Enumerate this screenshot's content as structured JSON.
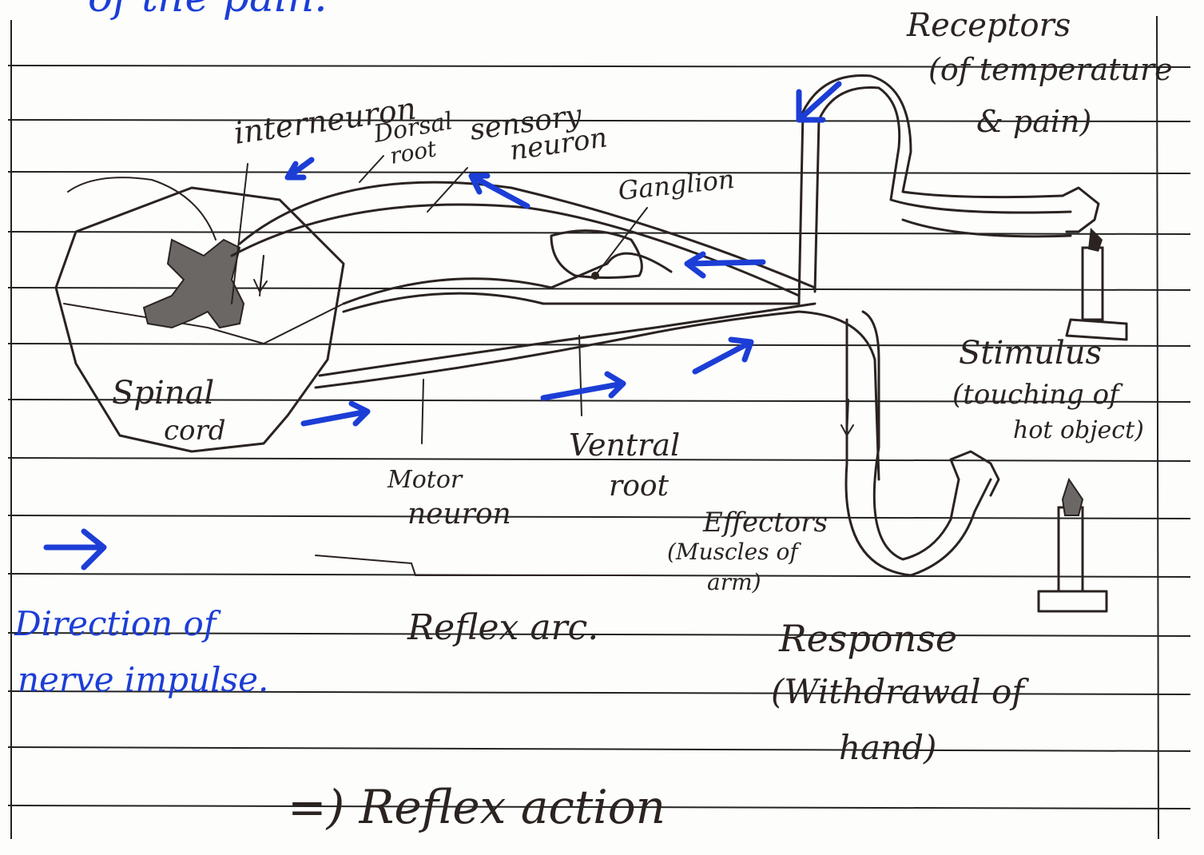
{
  "header_fragment": "of the pain.",
  "labels": {
    "receptors": "Receptors",
    "receptor_note_1": "(of temperature",
    "receptor_note_2": "& pain)",
    "interneuron": "interneuron",
    "dorsal_root_1": "Dorsal",
    "dorsal_root_2": "root",
    "sensory_neuron_1": "sensory",
    "sensory_neuron_2": "neuron",
    "ganglion": "Ganglion",
    "spinal_cord_1": "Spinal",
    "spinal_cord_2": "cord",
    "stimulus": "Stimulus",
    "stimulus_note_1": "(touching of",
    "stimulus_note_2": "hot object)",
    "motor_neuron_1": "Motor",
    "motor_neuron_2": "neuron",
    "ventral_root_1": "Ventral",
    "ventral_root_2": "root",
    "effector": "Effectors",
    "effector_note_1": "(Muscles of",
    "effector_note_2": "arm)",
    "legend_line_1": "Direction of",
    "legend_line_2": "nerve impulse.",
    "diagram_title": "Reflex arc.",
    "response": "Response",
    "response_note_1": "(Withdrawal of",
    "response_note_2": "hand)",
    "footer": "=) Reflex action"
  },
  "colors": {
    "ink": "#2a2320",
    "blue_ink": "#1c3ed6",
    "paper": "#fdfdfb"
  }
}
